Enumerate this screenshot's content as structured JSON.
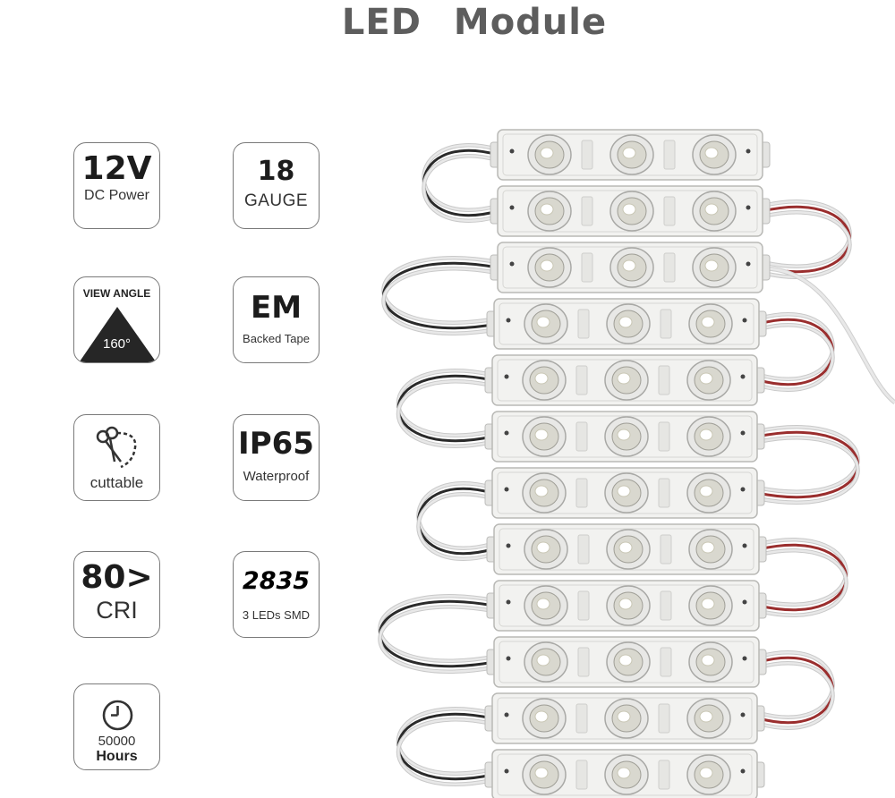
{
  "title": {
    "word1": "LED",
    "word2": "Module"
  },
  "badges": {
    "voltage": {
      "value": "12V",
      "label": "DC Power"
    },
    "gauge": {
      "value": "18",
      "label": "GAUGE"
    },
    "view_angle": {
      "title": "VIEW ANGLE",
      "value": "160°"
    },
    "tape": {
      "value": "EM",
      "label": "Backed Tape"
    },
    "cuttable": {
      "label": "cuttable"
    },
    "ip": {
      "value": "IP65",
      "label": "Waterproof"
    },
    "cri": {
      "value": "80>",
      "label": "CRI"
    },
    "smd": {
      "value": "2835",
      "label": "3 LEDs SMD"
    },
    "lifetime": {
      "value": "50000",
      "label": "Hours"
    }
  },
  "product": {
    "module_count": 12,
    "leds_per_module": 3
  },
  "colors": {
    "title": "#5d5d5d",
    "badge_border": "#7a7a7a",
    "module_body": "#f2f2f0",
    "wire_red": "#9a2e2e",
    "wire_black": "#2a2a2a",
    "wire_white": "#e8e8e8"
  }
}
